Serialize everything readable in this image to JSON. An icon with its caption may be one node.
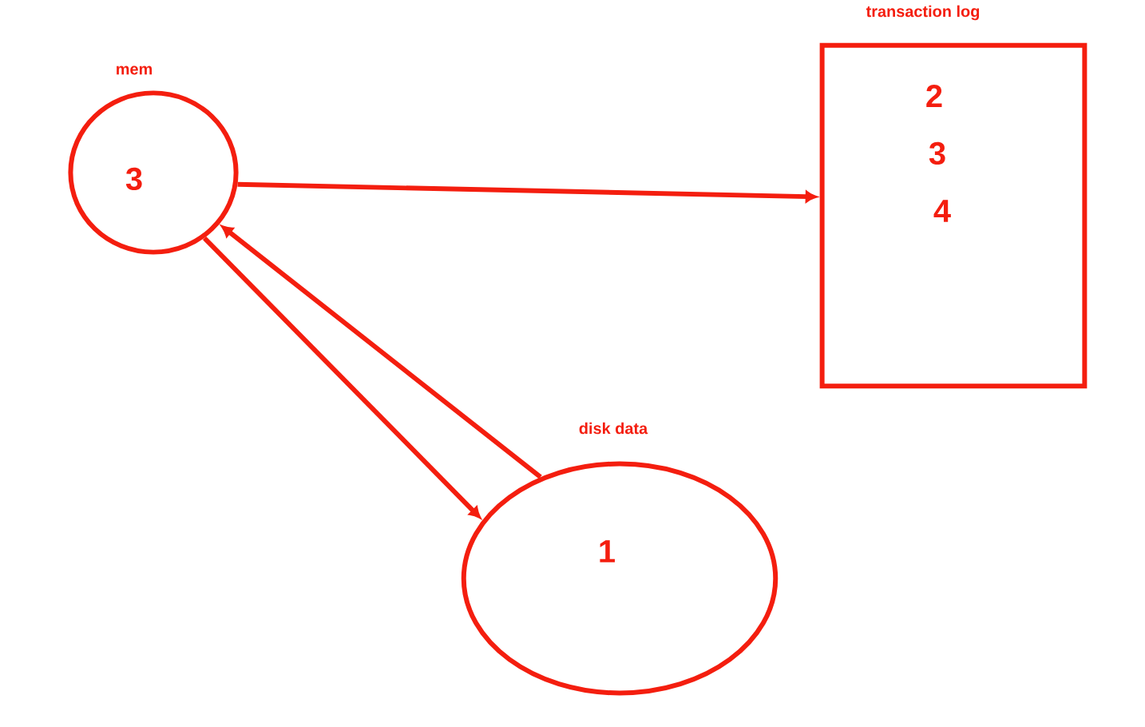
{
  "diagram": {
    "nodes": [
      {
        "text": [
          "mem",
          "3"
        ]
      },
      {
        "text": [
          "transaction log",
          "2",
          "3",
          "4"
        ]
      },
      {
        "text": [
          "disk data",
          "1"
        ]
      }
    ],
    "edges": [
      {
        "from": 0,
        "to": 1,
        "arrow": "to"
      },
      {
        "from": 0,
        "to": 2,
        "arrow": "to"
      },
      {
        "from": 2,
        "to": 0,
        "arrow": "to"
      }
    ]
  }
}
